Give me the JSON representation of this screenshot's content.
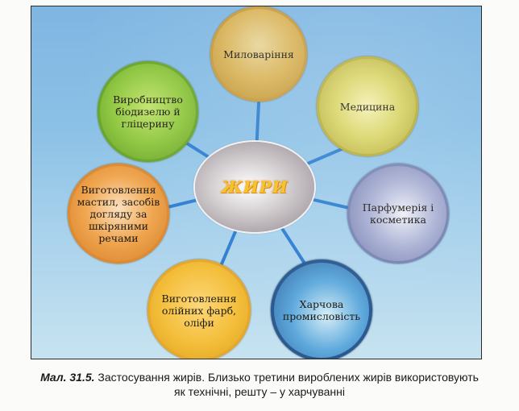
{
  "diagram": {
    "center": {
      "label": "ЖИРИ"
    },
    "nodes": [
      {
        "id": "soap",
        "label": "Миловаріння",
        "color": "#d9b45a"
      },
      {
        "id": "medicine",
        "label": "Медицина",
        "color": "#d8d466"
      },
      {
        "id": "perfume",
        "label": "Парфумерія і\nкосметика",
        "color": "#aab1d4"
      },
      {
        "id": "food",
        "label": "Харчова\nпромисловість",
        "color": "#5ea9dc"
      },
      {
        "id": "oil-paints",
        "label": "Виготовлення\nолійних фарб,\nоліфи",
        "color": "#f4bf3c"
      },
      {
        "id": "lubricants",
        "label": "Виготовлення\nмастил, засобів\nдогляду за\nшкіряними\nречами",
        "color": "#f0a650"
      },
      {
        "id": "biodiesel",
        "label": "Виробництво\nбіодизелю й\nгліцерину",
        "color": "#8ec63f"
      }
    ],
    "link_color": "#2f7fd0",
    "background_color": "#8cc1e6"
  },
  "caption": {
    "figure_label": "Мал. 31.5.",
    "text": " Застосування жирів. Близько третини вироблених жирів використовують",
    "text_line2": "як технічні, решту – у харчуванні"
  }
}
